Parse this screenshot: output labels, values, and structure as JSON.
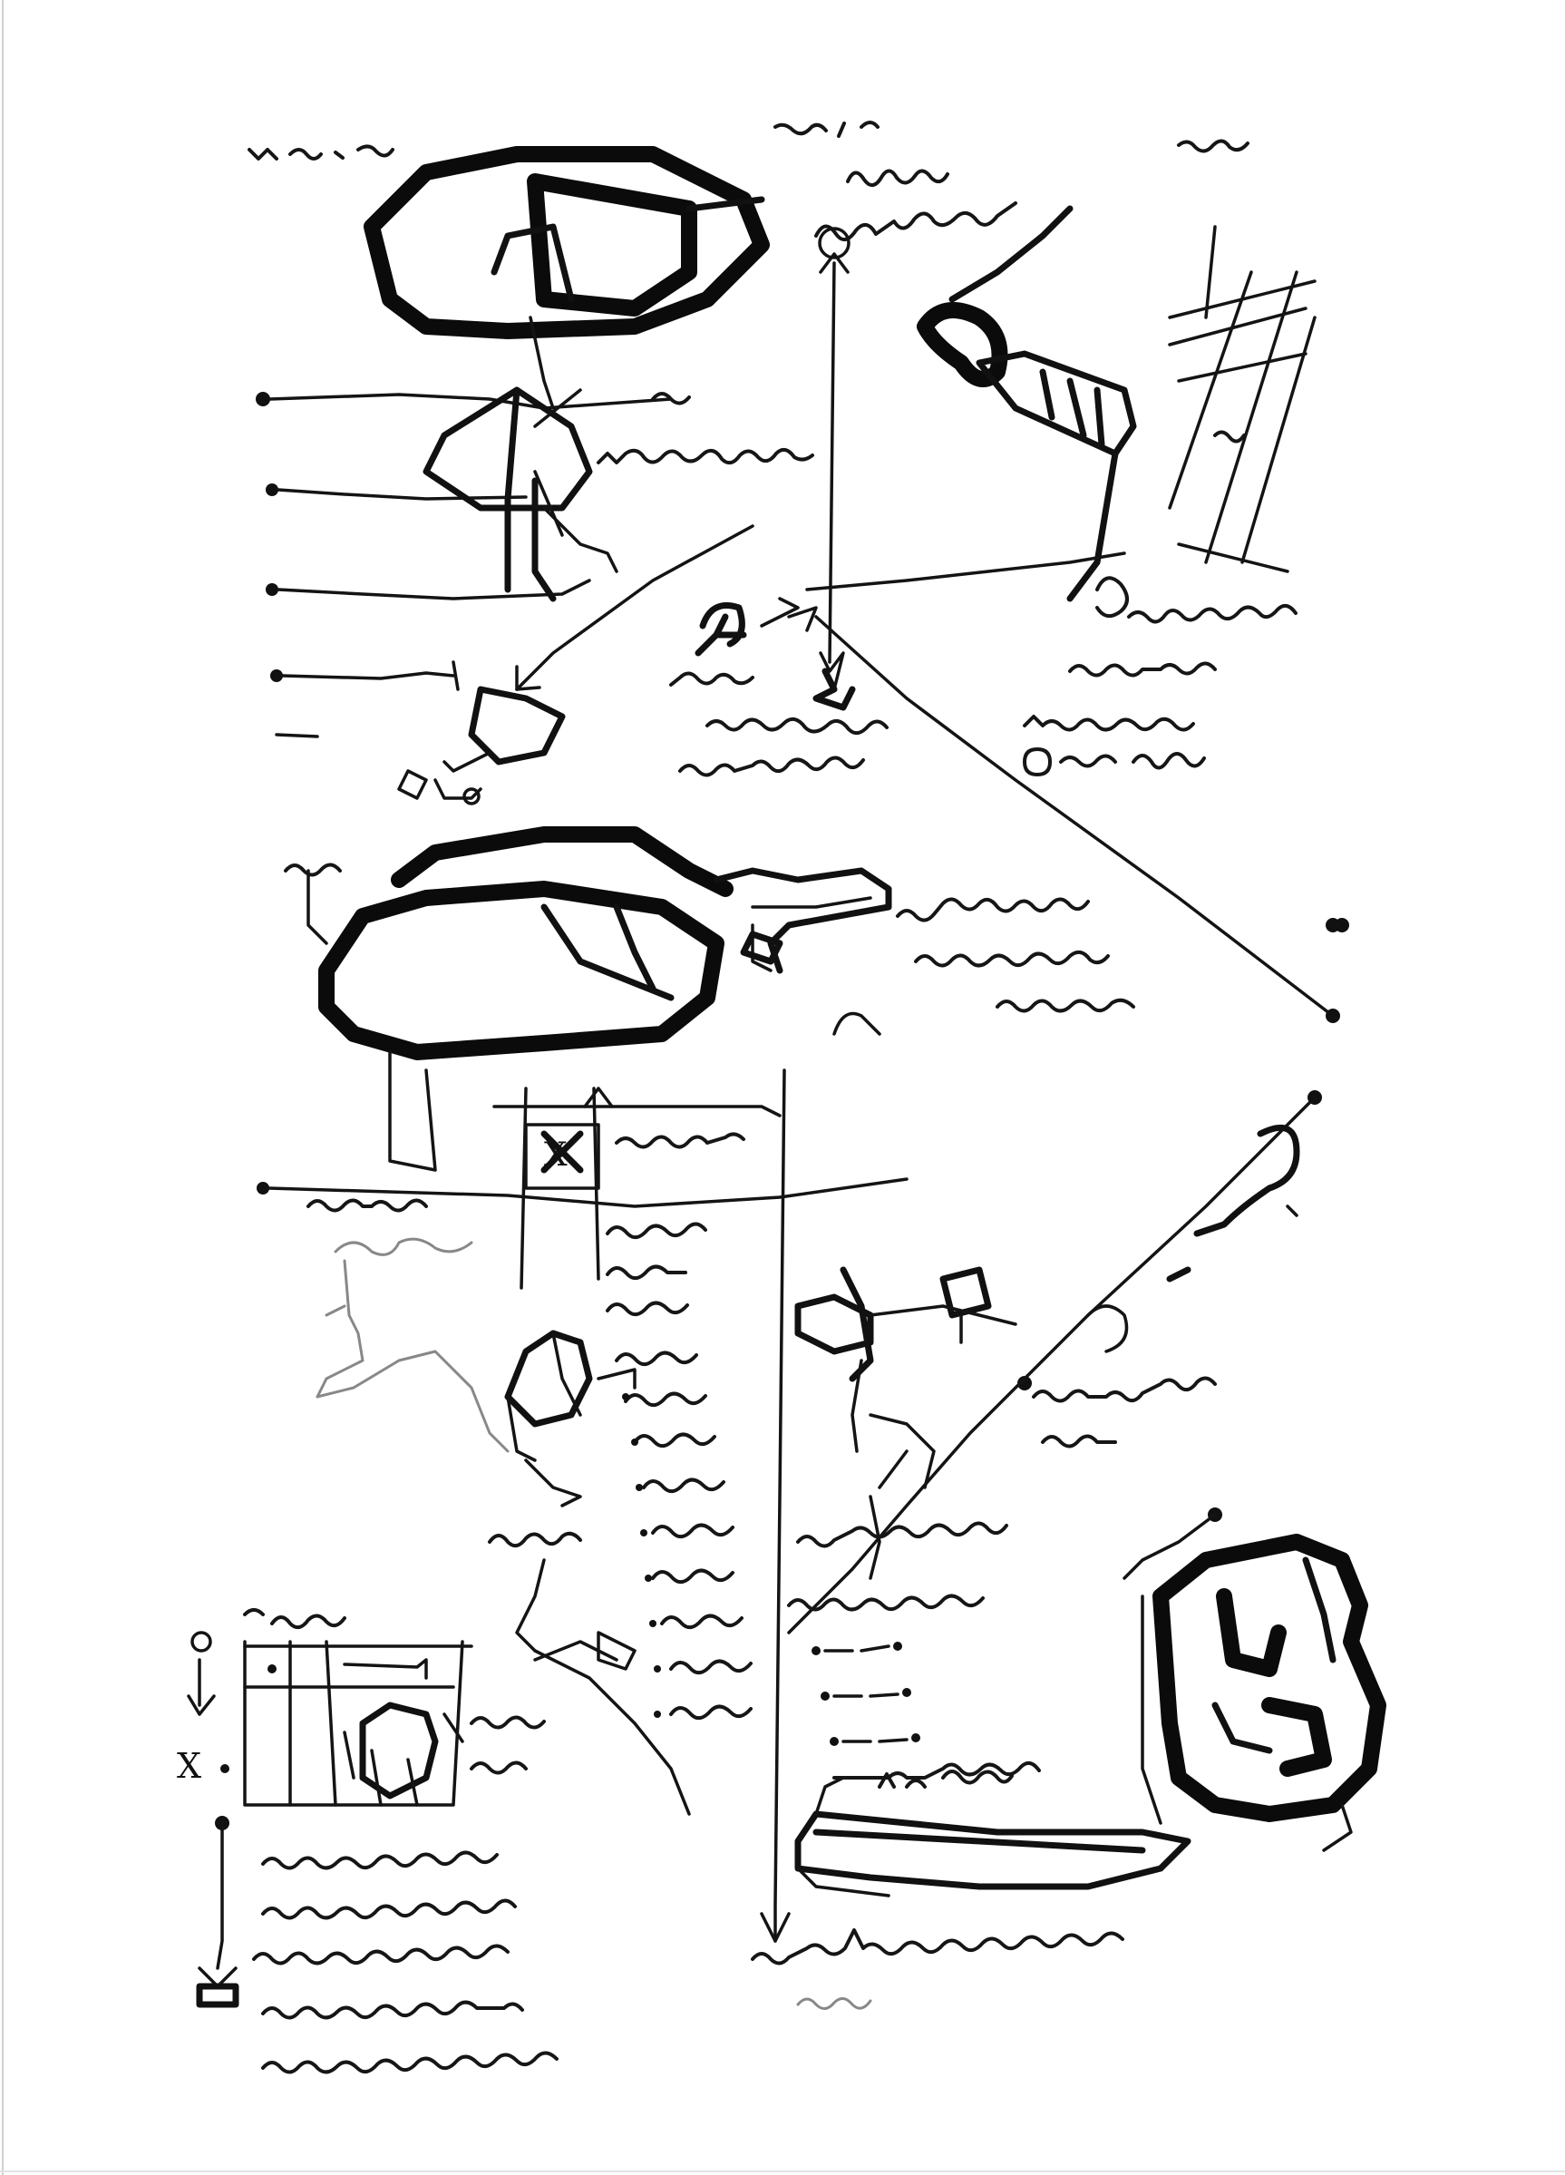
{
  "page": {
    "description_type": "hand-drawn ink sketch sheet",
    "paper_color": "#ffffff",
    "ink_color": "#111111",
    "grey_ink_color": "#888888"
  },
  "annotations": {
    "note_x": "X",
    "note_x_left": "X"
  }
}
